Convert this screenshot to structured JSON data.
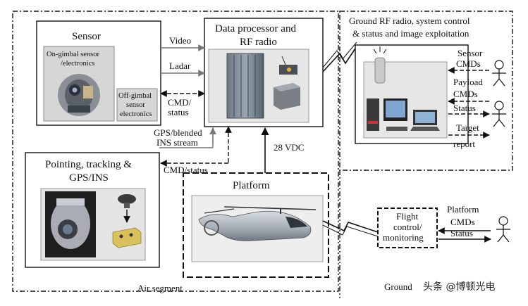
{
  "diagram": {
    "segments": {
      "air": "Air segment",
      "ground_top": [
        "Ground RF radio, system control",
        "& status and image exploitation"
      ],
      "ground_bottom": "Ground"
    },
    "blocks": {
      "sensor": {
        "title": "Sensor",
        "on_gimbal": [
          "On-gimbal sensor",
          "/electronics"
        ],
        "off_gimbal": [
          "Off-gimbal",
          "sensor",
          "electronics"
        ]
      },
      "processor": {
        "title": [
          "Data processor and",
          "RF radio"
        ]
      },
      "pointing": {
        "title": [
          "Pointing, tracking &",
          "GPS/INS"
        ]
      },
      "platform": {
        "title": "Platform"
      },
      "flight": {
        "title": [
          "Flight",
          "control/",
          "monitoring"
        ]
      }
    },
    "flows": {
      "video": "Video",
      "ladar": "Ladar",
      "cmd_status_1": [
        "CMD/",
        "status"
      ],
      "gps_ins": [
        "GPS/blended",
        "INS stream"
      ],
      "cmd_status_2": "CMD/status",
      "power": "28 VDC",
      "sensor_cmds": [
        "Sensor",
        "CMDs"
      ],
      "payload_cmds": [
        "Payload",
        "CMDs"
      ],
      "status_1": "Status",
      "target_report": [
        "Target",
        "report"
      ],
      "platform_cmds": [
        "Platform",
        "CMDs"
      ],
      "status_2": "Status"
    },
    "watermark": "头条 @博顿光电"
  }
}
